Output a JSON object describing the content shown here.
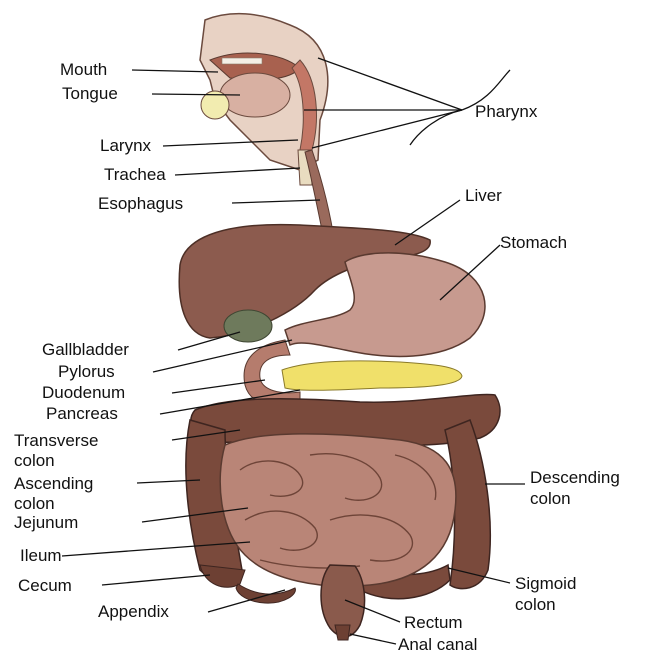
{
  "labels": {
    "mouth": "Mouth",
    "tongue": "Tongue",
    "larynx": "Larynx",
    "trachea": "Trachea",
    "esophagus": "Esophagus",
    "pharynx": "Pharynx",
    "liver": "Liver",
    "stomach": "Stomach",
    "gallbladder": "Gallbladder",
    "pylorus": "Pylorus",
    "duodenum": "Duodenum",
    "pancreas": "Pancreas",
    "transverse_1": "Transverse",
    "transverse_2": "colon",
    "ascending_1": "Ascending",
    "ascending_2": "colon",
    "jejunum": "Jejunum",
    "ileum": "Ileum",
    "cecum": "Cecum",
    "appendix": "Appendix",
    "descending_1": "Descending",
    "descending_2": "colon",
    "sigmoid_1": "Sigmoid",
    "sigmoid_2": "colon",
    "rectum": "Rectum",
    "anal_canal": "Anal canal"
  },
  "colors": {
    "organ_brown": "#8a5a4c",
    "liver": "#8c5b4e",
    "stomach": "#c79a8f",
    "colon": "#7a4a3c",
    "small_intestine": "#b98577",
    "pancreas": "#f0e06a",
    "gallbladder": "#6e7a5c",
    "head_skin": "#e8d2c4"
  }
}
